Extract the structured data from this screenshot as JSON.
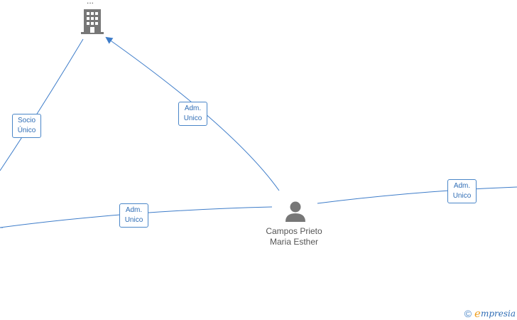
{
  "colors": {
    "edge": "#3d7cc9",
    "icon": "#777777",
    "label_text": "#2f6db5"
  },
  "nodes": {
    "company": {
      "label": "...",
      "icon": "building-icon"
    },
    "person": {
      "label": "Campos Prieto Maria Esther",
      "icon": "person-icon"
    }
  },
  "edges": [
    {
      "from": "left-node",
      "to": "company",
      "label_line1": "Socio",
      "label_line2": "Único"
    },
    {
      "from": "person",
      "to": "company",
      "label_line1": "Adm.",
      "label_line2": "Unico"
    },
    {
      "from": "person",
      "to": "left-node",
      "label_line1": "Adm.",
      "label_line2": "Unico"
    },
    {
      "from": "person",
      "to": "right-node",
      "label_line1": "Adm.",
      "label_line2": "Unico"
    }
  ],
  "watermark": {
    "copyright": "©",
    "brand_initial": "e",
    "brand_rest": "mpresia"
  }
}
